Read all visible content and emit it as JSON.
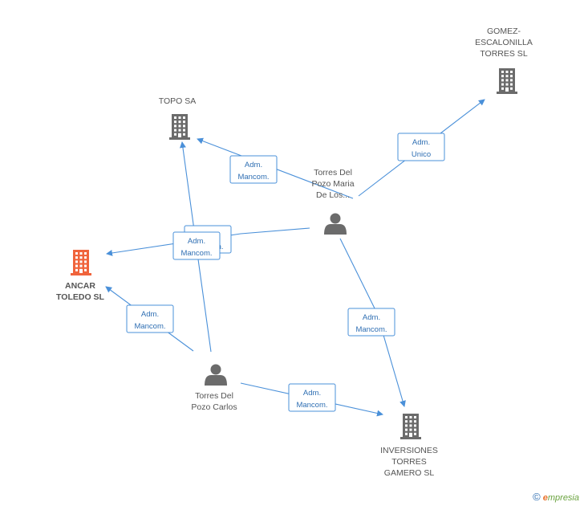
{
  "colors": {
    "edge": "#4a90d9",
    "company": "#6b6b6b",
    "focus_company": "#f0643c",
    "person": "#6b6b6b"
  },
  "nodes": [
    {
      "id": "topo",
      "type": "company",
      "icon": "building-icon",
      "label": [
        "TOPO SA"
      ]
    },
    {
      "id": "gomez",
      "type": "company",
      "icon": "building-icon",
      "label": [
        "GOMEZ-",
        "ESCALONILLA",
        "TORRES SL"
      ]
    },
    {
      "id": "ancar",
      "type": "company",
      "focus": true,
      "icon": "building-icon",
      "label": [
        "ANCAR",
        "TOLEDO SL"
      ]
    },
    {
      "id": "inversiones",
      "type": "company",
      "icon": "building-icon",
      "label": [
        "INVERSIONES",
        "TORRES",
        "GAMERO SL"
      ]
    },
    {
      "id": "maria",
      "type": "person",
      "icon": "person-icon",
      "label": [
        "Torres Del",
        "Pozo Maria",
        "De Los..."
      ]
    },
    {
      "id": "carlos",
      "type": "person",
      "icon": "person-icon",
      "label": [
        "Torres Del",
        "Pozo Carlos"
      ]
    }
  ],
  "edges": [
    {
      "id": "maria-topo",
      "from": "maria",
      "to": "topo",
      "label": [
        "Adm.",
        "Mancom."
      ]
    },
    {
      "id": "maria-gomez",
      "from": "maria",
      "to": "gomez",
      "label": [
        "Adm.",
        "Unico"
      ]
    },
    {
      "id": "maria-ancar",
      "from": "maria",
      "to": "ancar",
      "label": [
        "Adm.",
        "Mancom."
      ]
    },
    {
      "id": "maria-inversiones",
      "from": "maria",
      "to": "inversiones",
      "label": [
        "Adm.",
        "Mancom."
      ]
    },
    {
      "id": "carlos-topo",
      "from": "carlos",
      "to": "topo",
      "label": [
        "Adm.",
        "Mancom."
      ]
    },
    {
      "id": "carlos-ancar",
      "from": "carlos",
      "to": "ancar",
      "label": [
        "Adm.",
        "Mancom."
      ]
    },
    {
      "id": "carlos-inversiones",
      "from": "carlos",
      "to": "inversiones",
      "label": [
        "Adm.",
        "Mancom."
      ]
    }
  ],
  "watermark": {
    "copyright": "©",
    "brand_initial": "e",
    "brand_rest": "mpresia"
  }
}
